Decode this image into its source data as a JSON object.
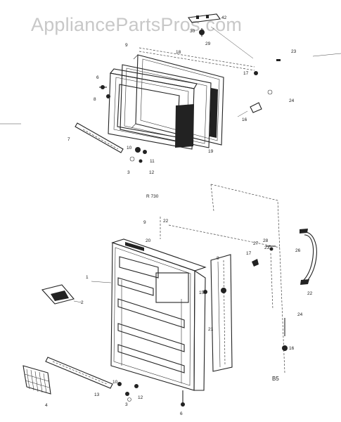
{
  "watermark": "AppliancePartsPros.com",
  "diagram_code": "B5",
  "stray_mark": "R 730",
  "callouts": {
    "upper": [
      "42",
      "30",
      "29",
      "9",
      "18",
      "23",
      "17",
      "24",
      "6",
      "8",
      "19",
      "16",
      "7",
      "10",
      "11",
      "3",
      "12"
    ],
    "lower": [
      "9",
      "22",
      "20",
      "27",
      "28",
      "23",
      "26",
      "8",
      "17",
      "1",
      "15",
      "22",
      "2",
      "21",
      "24",
      "16",
      "13",
      "10",
      "12",
      "3",
      "4",
      "6"
    ]
  }
}
